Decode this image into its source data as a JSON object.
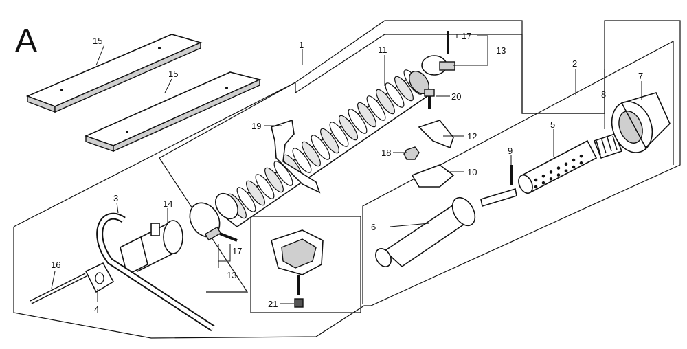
{
  "diagram": {
    "section_letter": "A",
    "callouts": {
      "c1": "1",
      "c2": "2",
      "c3": "3",
      "c4": "4",
      "c5": "5",
      "c6": "6",
      "c7": "7",
      "c8": "8",
      "c9": "9",
      "c10": "10",
      "c11": "11",
      "c12": "12",
      "c13a": "13",
      "c13b": "13",
      "c14": "14",
      "c15a": "15",
      "c15b": "15",
      "c16": "16",
      "c17a": "17",
      "c17b": "17",
      "c18": "18",
      "c19": "19",
      "c20": "20",
      "c21": "21"
    }
  }
}
